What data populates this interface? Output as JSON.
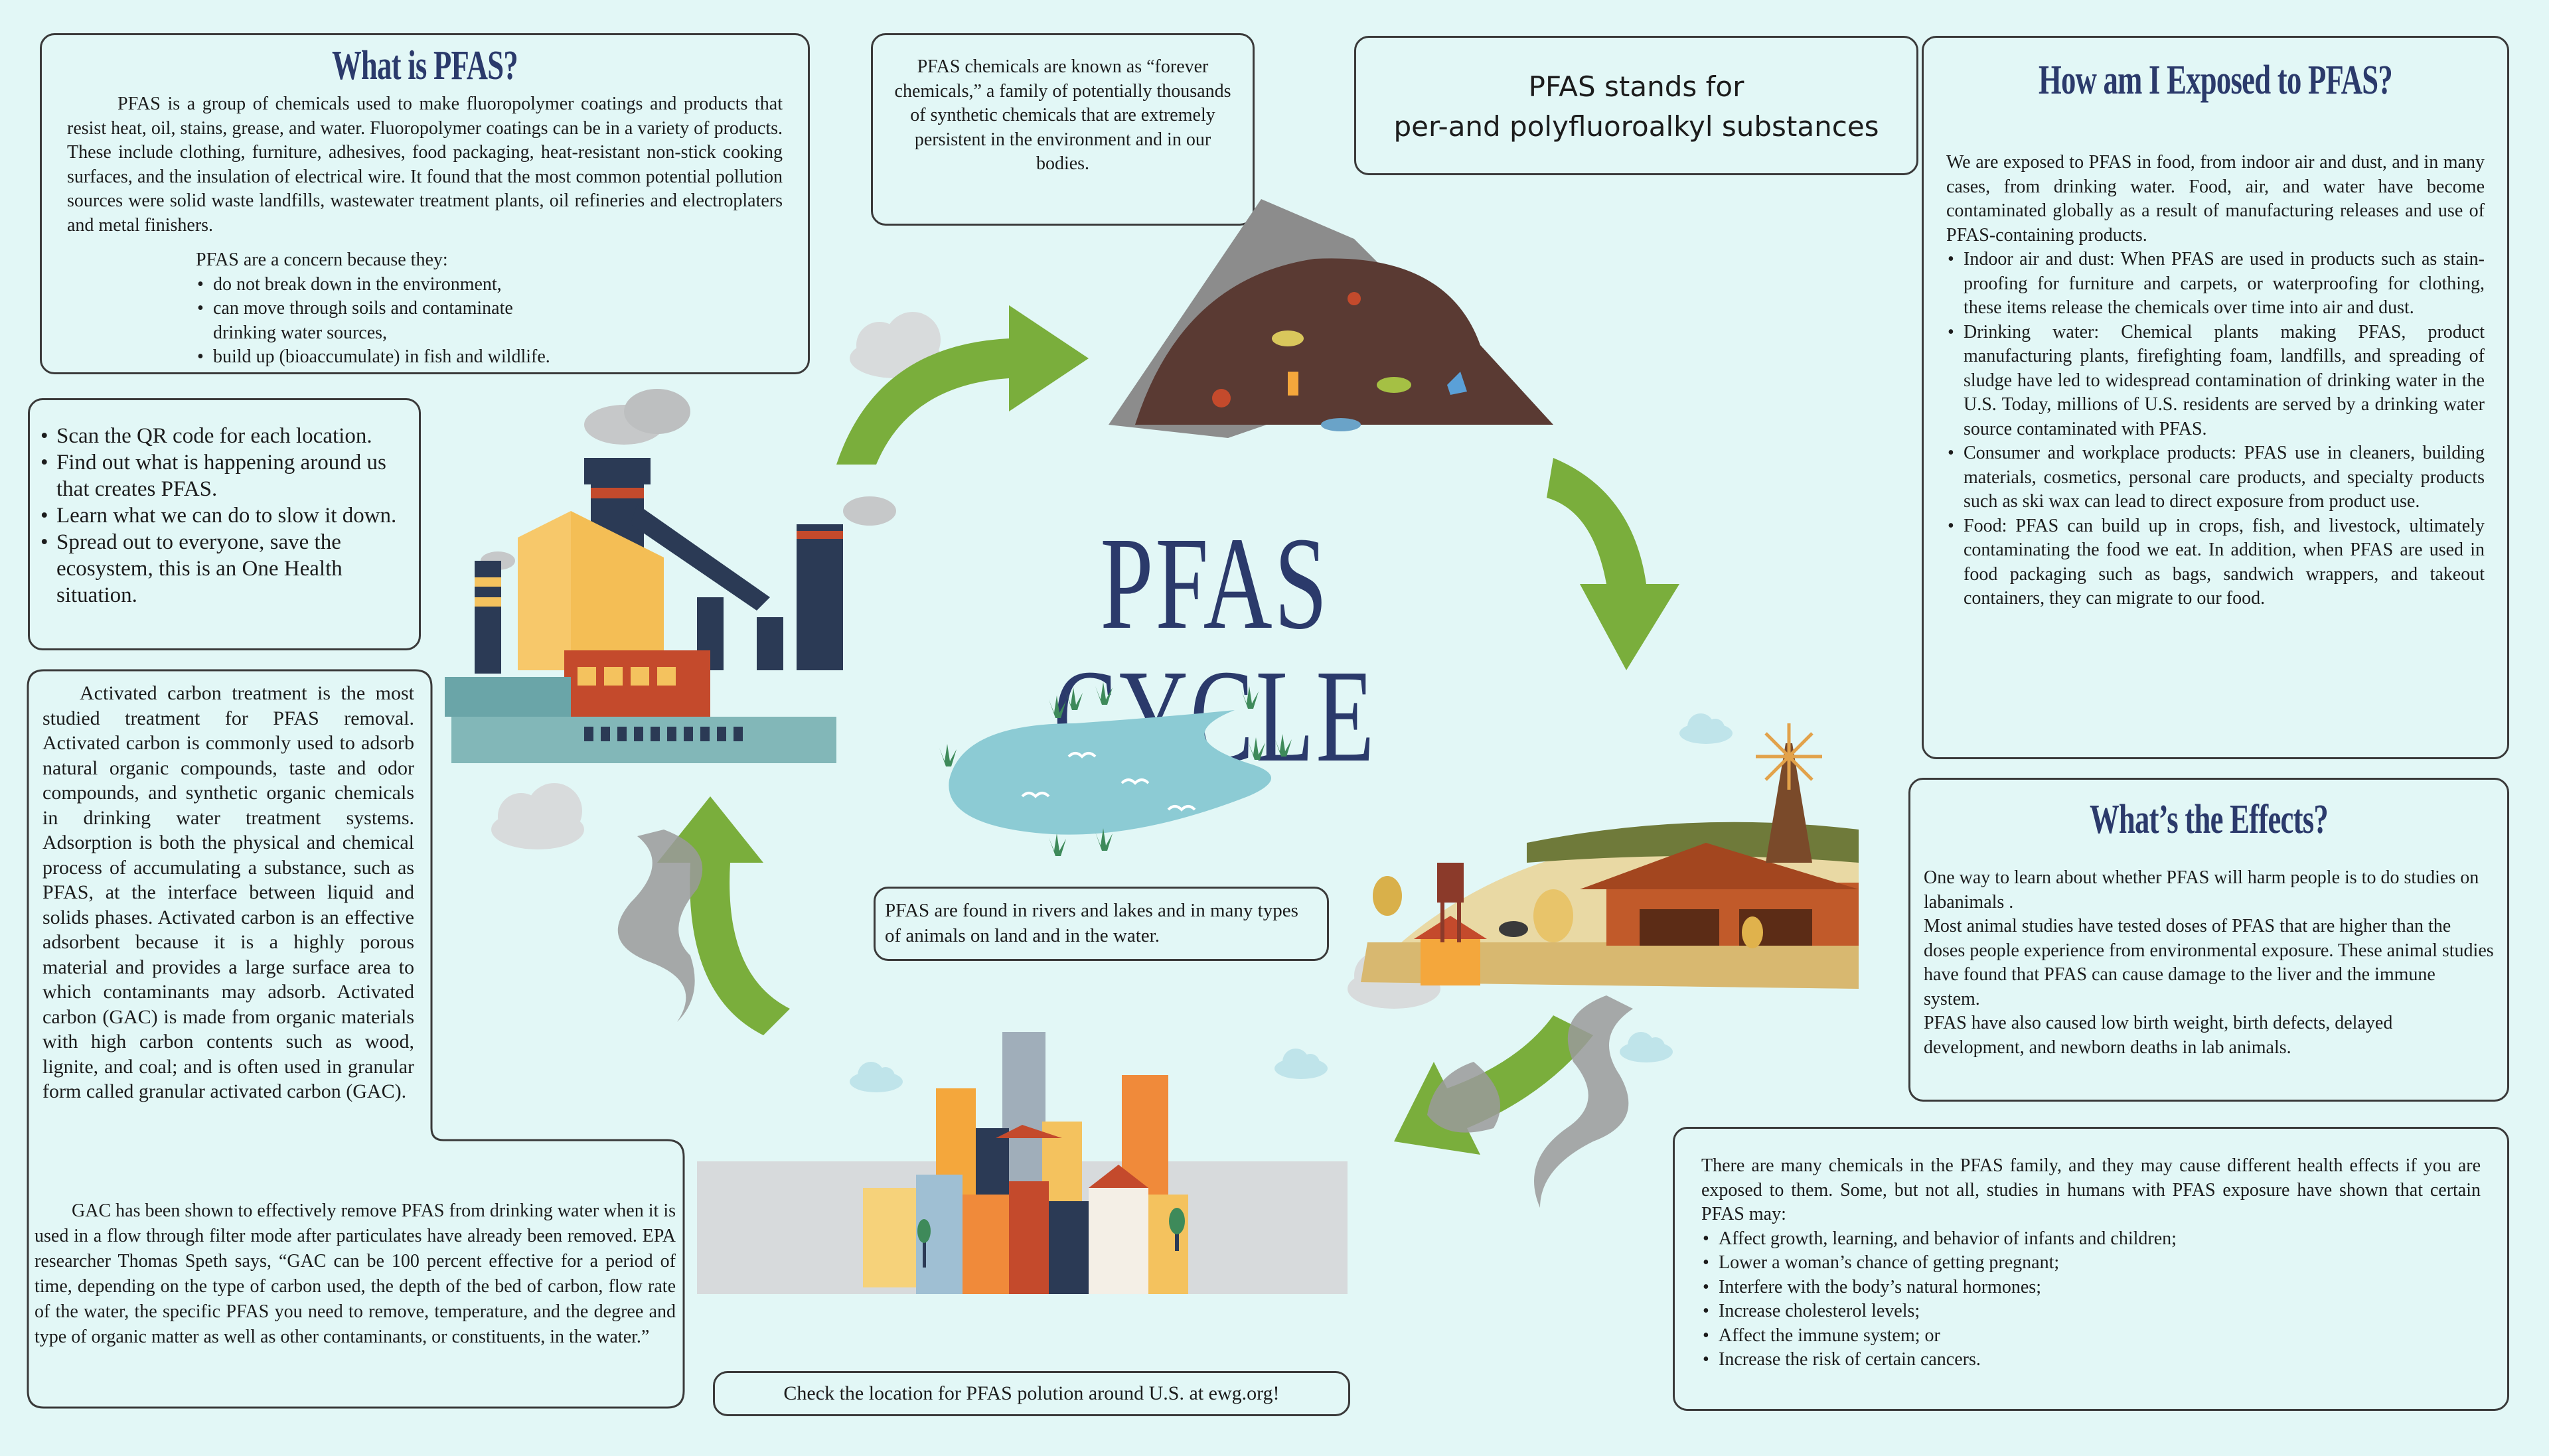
{
  "title": "PFAS CYCLE",
  "what_is": {
    "heading": "What is PFAS?",
    "paragraph": "PFAS is a group of chemicals used to make fluoropolymer coatings and products that resist heat, oil, stains, grease, and water. Fluoropolymer coatings can be in a variety of products. These include clothing, furniture, adhesives, food packaging, heat-resistant non-stick cooking surfaces, and the insulation of electrical wire. It found that the most common potential pollution sources were solid waste landfills, wastewater treatment plants, oil refineries and electroplaters and metal finishers.",
    "concern_intro": "PFAS are a concern because they:",
    "concerns": [
      "do not break down in the environment,",
      "can move through soils and contaminate drinking water sources,",
      "build up (bioaccumulate) in fish and wildlife."
    ]
  },
  "forever": {
    "text": "PFAS chemicals are known as “forever chemicals,” a family of potentially thousands of synthetic chemicals that are extremely persistent in the environment and in our bodies."
  },
  "stands_for": {
    "line1": "PFAS stands for",
    "line2": "per-and polyfluoroalkyl substances"
  },
  "exposure": {
    "heading": "How am I Exposed to PFAS?",
    "intro": "We are exposed to PFAS in food, from indoor air and dust, and in many cases, from drinking water. Food, air, and water have become contaminated globally as a result of manufacturing releases and use of PFAS-containing products.",
    "items": [
      "Indoor air and dust: When PFAS are used in products such as stain-proofing for furniture and carpets, or waterproofing for clothing, these items release the chemicals over time into air and dust.",
      "Drinking water: Chemical plants making PFAS, product manufacturing plants, firefighting foam, landfills, and spreading of sludge have led to widespread contamination of drinking water in the U.S. Today, millions of U.S. residents are served by a drinking water source contaminated with PFAS.",
      "Consumer and workplace products: PFAS use in cleaners, building materials, cosmetics, personal care products, and specialty products such as ski wax can lead to direct exposure from product use.",
      "Food: PFAS can build up in crops, fish, and livestock, ultimately contaminating the food we eat. In addition, when PFAS are used in food packaging such as bags, sandwich wrappers, and takeout containers, they can migrate to our food."
    ]
  },
  "actions": {
    "items": [
      "Scan the QR code for each location.",
      "Find out what is happening around us that creates PFAS.",
      "Learn what we can do to slow it down.",
      "Spread out to everyone, save the ecosystem, this is an One Health situation."
    ]
  },
  "carbon": {
    "p1": "Activated carbon treatment is the most studied treatment for PFAS removal. Activated carbon is commonly used to adsorb natural organic compounds, taste and odor compounds, and synthetic organic chemicals in drinking water treatment systems. Adsorption is both the physical and chemical process of accumulating a substance, such as PFAS, at the interface between liquid and solids phases. Activated carbon is an effective adsorbent because it is a highly porous material and provides a large surface area to which contaminants may adsorb. Activated carbon (GAC) is made from organic materials with high carbon contents such as wood, lignite, and coal; and is often used in granular form called granular activated carbon (GAC).",
    "p2": "GAC has been shown to effectively remove PFAS from drinking water when it is used in a flow through filter mode after particulates have already been removed. EPA researcher Thomas Speth says, “GAC can be 100 percent effective for a period of time, depending on the type of carbon used, the depth of the bed of carbon, flow rate of the water, the specific PFAS you need to remove, temperature, and the degree and type of organic matter as well as other contaminants, or constituents, in the water.”"
  },
  "water_note": {
    "text": "PFAS are found in rivers and lakes and in many types of animals on land and in the water."
  },
  "effects": {
    "heading": "What’s the Effects?",
    "lines": [
      "One way to learn about whether PFAS will harm people is to do studies on labanimals .",
      "Most animal studies have tested doses of PFAS that are higher than the doses people experience from environmental exposure. These animal studies have found that PFAS can cause damage to the liver and the immune system.",
      "PFAS have also caused low birth weight, birth defects, delayed development, and newborn deaths in lab animals."
    ]
  },
  "health": {
    "intro": "There are many chemicals in the PFAS family, and they may cause different health effects if you are exposed to them. Some, but not all, studies in humans with PFAS exposure have shown that certain PFAS may:",
    "items": [
      "Affect growth, learning, and behavior of infants and children;",
      "Lower a woman’s chance of getting pregnant;",
      "Interfere with the body’s natural hormones;",
      "Increase cholesterol levels;",
      "Affect the immune system; or",
      "Increase the risk of certain cancers."
    ]
  },
  "location": {
    "text": "Check the location for PFAS polution around U.S. at ewg.org!"
  },
  "colors": {
    "background": "#e2f7f6",
    "heading": "#2b3a6b",
    "arrow_green": "#7aae3c",
    "water": "#8ccbd4"
  }
}
